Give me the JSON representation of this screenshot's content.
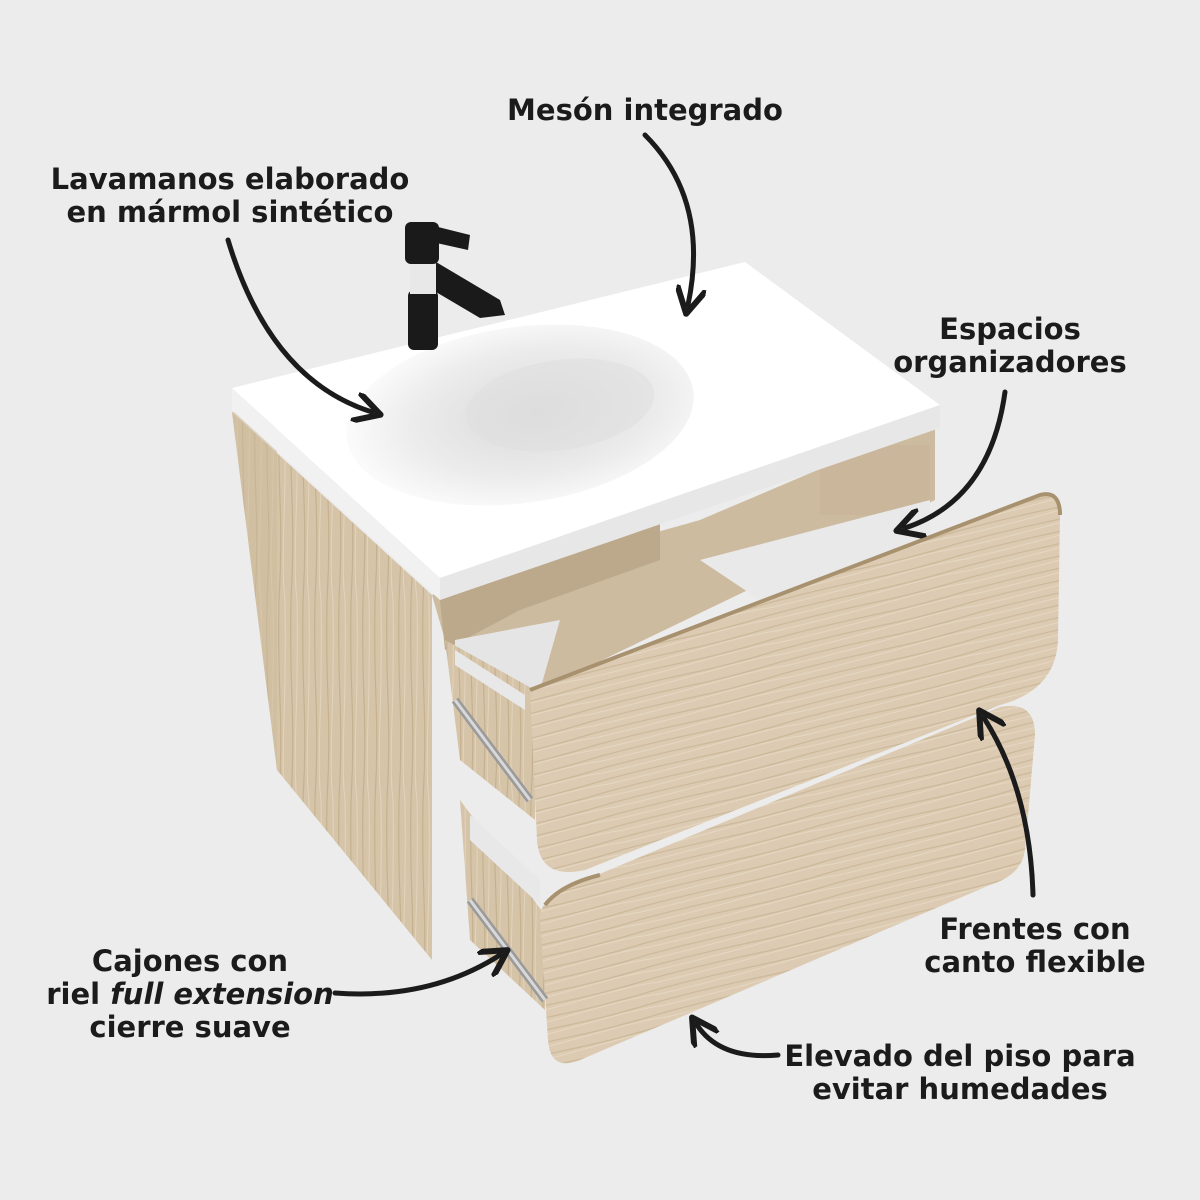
{
  "annotations": {
    "meson": {
      "lines": [
        "Mesón integrado"
      ]
    },
    "lavamanos": {
      "lines": [
        "Lavamanos elaborado",
        "en mármol sintético"
      ]
    },
    "espacios": {
      "lines": [
        "Espacios",
        "organizadores"
      ]
    },
    "frentes": {
      "lines": [
        "Frentes con",
        "canto flexible"
      ]
    },
    "cajones": {
      "line1": "Cajones con",
      "line2_prefix": "riel ",
      "line2_emphasis": "full extension",
      "line3": "cierre suave"
    },
    "elevado": {
      "lines": [
        "Elevado del piso para",
        "evitar humedades"
      ]
    }
  },
  "colors": {
    "background": "#ececec",
    "wood": "#dcccb4",
    "wood_dark": "#c9b79a",
    "countertop": "#ffffff",
    "faucet": "#1a1a1a",
    "arrow": "#1b1b1b"
  },
  "icons": [
    "vanity-cabinet-illustration",
    "faucet-icon",
    "drawer-slide-icon",
    "arrow-icon"
  ]
}
